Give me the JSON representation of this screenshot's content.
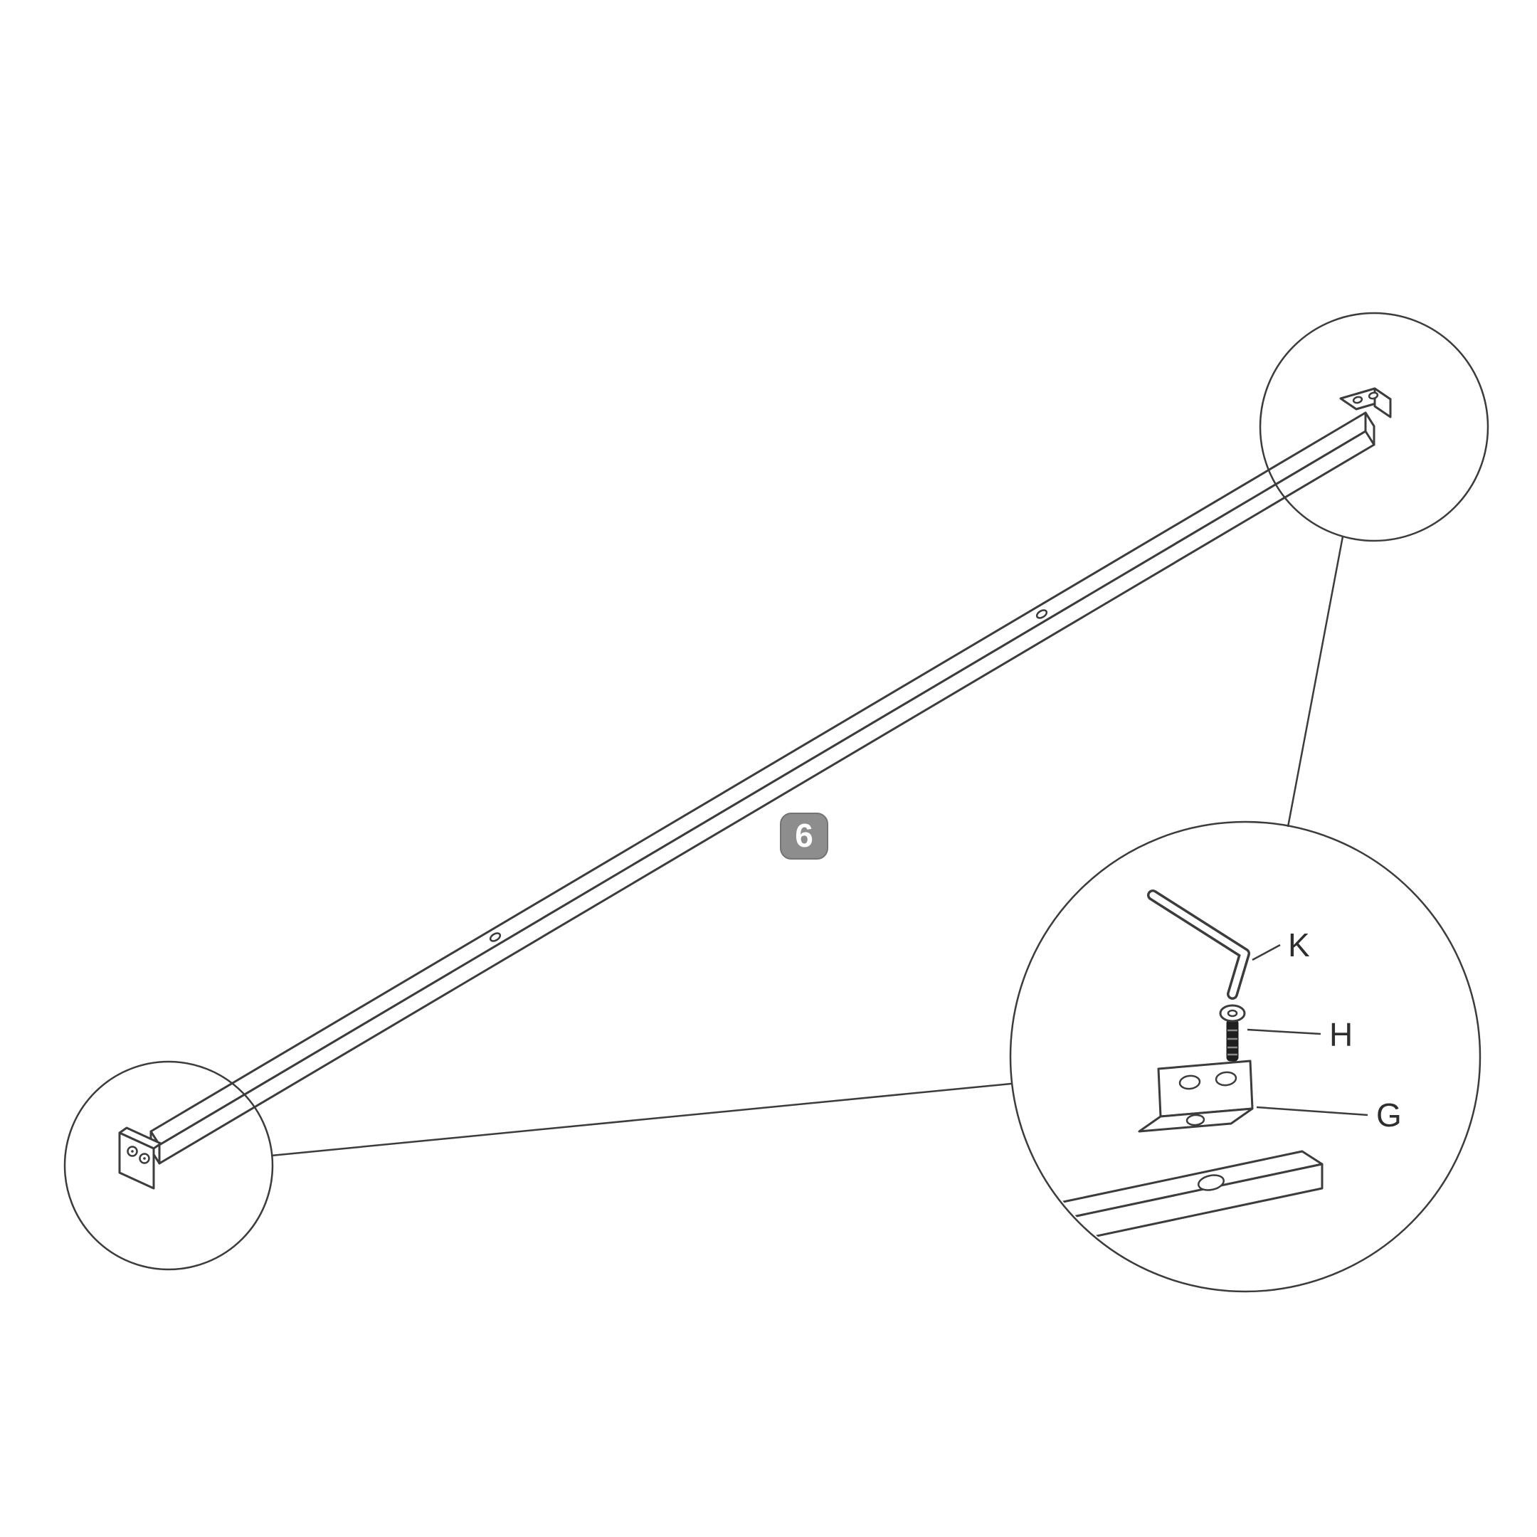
{
  "diagram": {
    "type": "assembly-instruction-step",
    "step_number": "6",
    "labels": {
      "k": "K",
      "h": "H",
      "g": "G"
    },
    "parts": [
      {
        "id": "K",
        "name": "hex-key"
      },
      {
        "id": "H",
        "name": "flat-head-screw"
      },
      {
        "id": "G",
        "name": "l-shaped-corner-bracket"
      }
    ],
    "components": {
      "main_part": "long-support-rail-with-end-brackets",
      "callouts": [
        "left-end-zoom-circle",
        "right-end-zoom-circle",
        "hardware-detail-circle"
      ]
    },
    "colors": {
      "background": "#ffffff",
      "line": "#3c3c3c",
      "badge_bg": "#8d8d8d",
      "badge_text": "#ffffff",
      "screw_shank": "#1f1f1f"
    }
  }
}
